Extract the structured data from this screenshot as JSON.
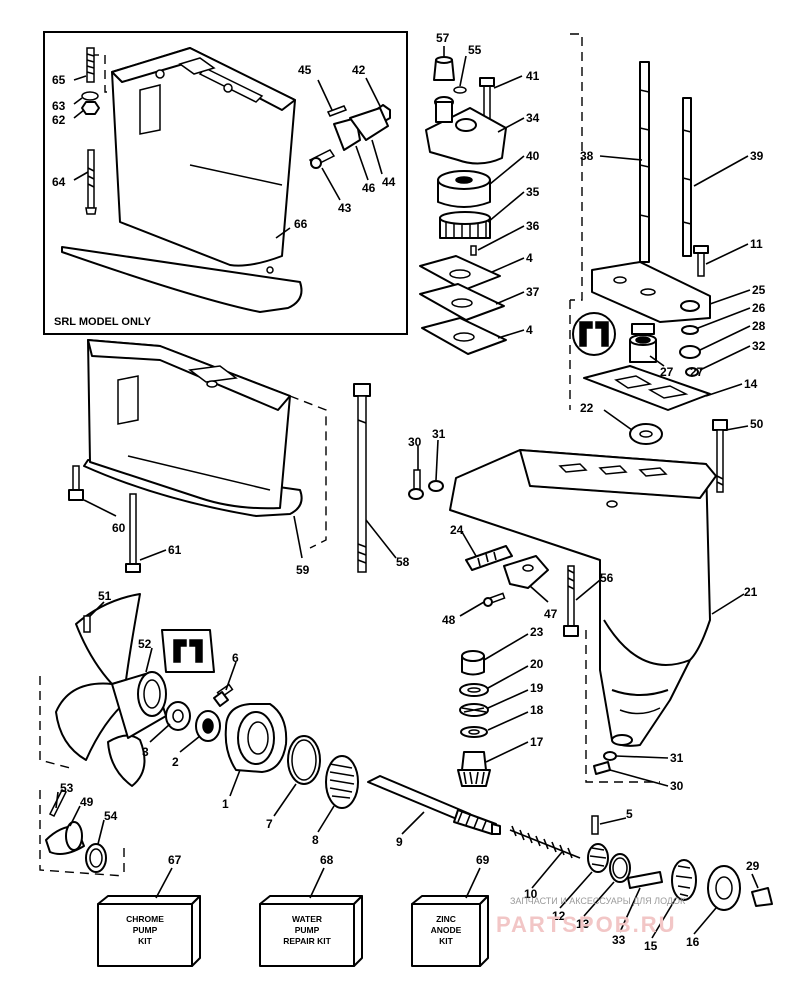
{
  "srl_box_label": "SRL MODEL ONLY",
  "kits": [
    {
      "number": "67",
      "lines": [
        "CHROME",
        "PUMP",
        "KIT"
      ]
    },
    {
      "number": "68",
      "lines": [
        "WATER",
        "PUMP",
        "REPAIR KIT"
      ]
    },
    {
      "number": "69",
      "lines": [
        "ZINC",
        "ANODE",
        "KIT"
      ]
    }
  ],
  "watermark": {
    "line1": "ЗАПЧАСТИ И АКСЕССУАРЫ ДЛЯ ЛОДОК",
    "line2": "PARTSPOB.RU"
  },
  "callouts": {
    "c57": "57",
    "c55": "55",
    "c41": "41",
    "c34": "34",
    "c40": "40",
    "c35": "35",
    "c36": "36",
    "c4a": "4",
    "c37": "37",
    "c4b": "4",
    "c38": "38",
    "c39": "39",
    "c11": "11",
    "c25": "25",
    "c26": "26",
    "c28": "28",
    "c32": "32",
    "c27a": "27",
    "c27b": "27",
    "c14": "14",
    "c22": "22",
    "c50": "50",
    "c45": "45",
    "c42": "42",
    "c65": "65",
    "c63": "63",
    "c62": "62",
    "c64": "64",
    "c66": "66",
    "c43": "43",
    "c46": "46",
    "c44": "44",
    "c60": "60",
    "c61": "61",
    "c59": "59",
    "c58": "58",
    "c30a": "30",
    "c31a": "31",
    "c24": "24",
    "c47": "47",
    "c48": "48",
    "c56": "56",
    "c21": "21",
    "c51": "51",
    "c52": "52",
    "c6": "6",
    "c3": "3",
    "c2": "2",
    "c1": "1",
    "c7": "7",
    "c8": "8",
    "c23": "23",
    "c20": "20",
    "c19": "19",
    "c18": "18",
    "c17": "17",
    "c31b": "31",
    "c30b": "30",
    "c53": "53",
    "c49": "49",
    "c54": "54",
    "c9": "9",
    "c5": "5",
    "c10": "10",
    "c12": "12",
    "c13": "13",
    "c33": "33",
    "c15": "15",
    "c16": "16",
    "c29": "29"
  }
}
